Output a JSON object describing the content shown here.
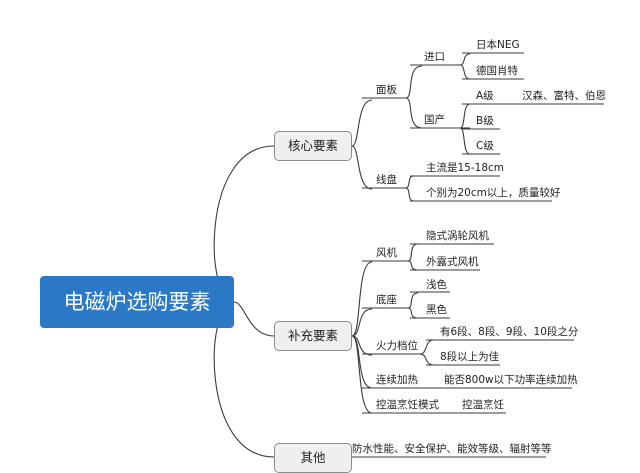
{
  "root": "电磁炉选购要素",
  "core": {
    "title": "核心要素",
    "panel": {
      "title": "面板",
      "import": {
        "title": "进口",
        "items": [
          "日本NEG",
          "德国肖特"
        ]
      },
      "domestic": {
        "title": "国产",
        "grade_a": "A级",
        "grade_a_brands": "汉森、富特、伯恩",
        "grade_b": "B级",
        "grade_c": "C级"
      }
    },
    "coil": {
      "title": "线盘",
      "items": [
        "主流是15-18cm",
        "个别为20cm以上，质量较好"
      ]
    }
  },
  "extra": {
    "title": "补充要素",
    "fan": {
      "title": "风机",
      "items": [
        "隐式涡轮风机",
        "外露式风机"
      ]
    },
    "base": {
      "title": "底座",
      "items": [
        "浅色",
        "黑色"
      ]
    },
    "power": {
      "title": "火力档位",
      "items": [
        "有6段、8段、9段、10段之分",
        "8段以上为佳"
      ]
    },
    "heating": {
      "title": "连续加热",
      "item": "能否800w以下功率连续加热"
    },
    "temp": {
      "title": "控温烹饪模式",
      "item": "控温烹饪"
    }
  },
  "other": {
    "title": "其他",
    "item": "防水性能、安全保护、能效等级、辐射等等"
  }
}
